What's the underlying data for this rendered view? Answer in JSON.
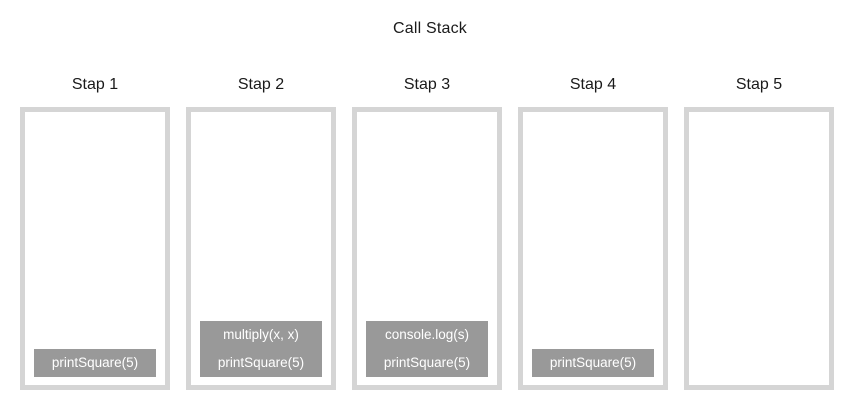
{
  "title": "Call Stack",
  "colors": {
    "frame_border": "#d5d5d5",
    "frame_fill": "#ffffff",
    "item_fill": "#999999",
    "item_text": "#ffffff",
    "heading_text": "#1a1a1a",
    "background": "#ffffff"
  },
  "columns": [
    {
      "label": "Stap 1",
      "frames": [
        "printSquare(5)"
      ]
    },
    {
      "label": "Stap 2",
      "frames": [
        "printSquare(5)",
        "multiply(x, x)"
      ]
    },
    {
      "label": "Stap 3",
      "frames": [
        "printSquare(5)",
        "console.log(s)"
      ]
    },
    {
      "label": "Stap 4",
      "frames": [
        "printSquare(5)"
      ]
    },
    {
      "label": "Stap 5",
      "frames": []
    }
  ]
}
